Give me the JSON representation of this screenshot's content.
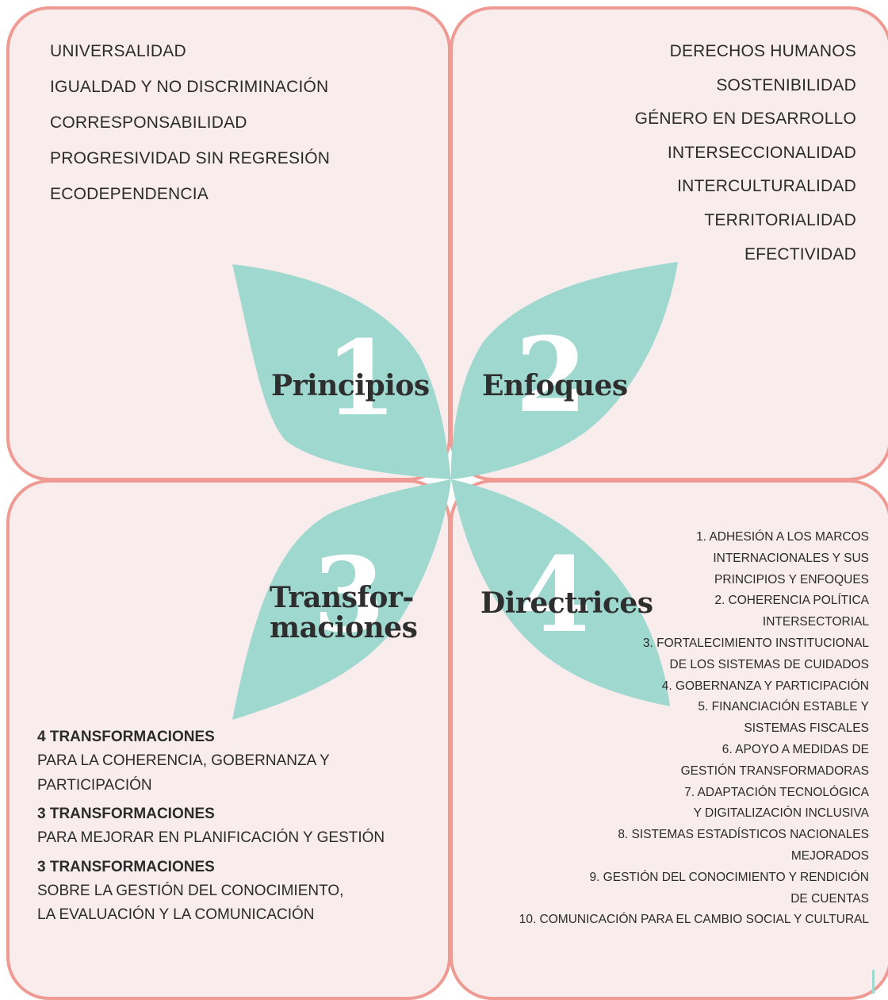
{
  "colors": {
    "card_fill": "#f8ecec",
    "card_border": "#ef9a93",
    "petal": "#9fd8cf",
    "text": "#2b2b2b"
  },
  "petals": {
    "principios": {
      "number": "1",
      "label": "Principios"
    },
    "enfoques": {
      "number": "2",
      "label": "Enfoques"
    },
    "transformaciones": {
      "number": "3",
      "label_line1": "Transfor-",
      "label_line2": "maciones"
    },
    "directrices": {
      "number": "4",
      "label": "Directrices"
    }
  },
  "principios": [
    "UNIVERSALIDAD",
    "IGUALDAD Y NO DISCRIMINACIÓN",
    "CORRESPONSABILIDAD",
    "PROGRESIVIDAD SIN REGRESIÓN",
    "ECODEPENDENCIA"
  ],
  "enfoques": [
    "DERECHOS HUMANOS",
    "SOSTENIBILIDAD",
    "GÉNERO EN DESARROLLO",
    "INTERSECCIONALIDAD",
    "INTERCULTURALIDAD",
    "TERRITORIALIDAD",
    "EFECTIVIDAD"
  ],
  "directrices": [
    "1. ADHESIÓN A LOS MARCOS",
    "INTERNACIONALES Y SUS",
    "PRINCIPIOS Y ENFOQUES",
    "2. COHERENCIA POLÍTICA",
    "INTERSECTORIAL",
    "3. FORTALECIMIENTO INSTITUCIONAL",
    "DE LOS SISTEMAS DE CUIDADOS",
    "4. GOBERNANZA Y PARTICIPACIÓN",
    "5. FINANCIACIÓN ESTABLE Y",
    "SISTEMAS FISCALES",
    "6. APOYO A MEDIDAS DE",
    "GESTIÓN TRANSFORMADORAS",
    "7. ADAPTACIÓN TECNOLÓGICA",
    "Y DIGITALIZACIÓN INCLUSIVA",
    "8. SISTEMAS ESTADÍSTICOS NACIONALES",
    "MEJORADOS",
    "9. GESTIÓN DEL CONOCIMIENTO Y RENDICIÓN",
    "DE CUENTAS",
    "10. COMUNICACIÓN PARA EL CAMBIO SOCIAL Y CULTURAL"
  ],
  "transformaciones": [
    {
      "title": "4 TRANSFORMACIONES",
      "lines": [
        "PARA LA COHERENCIA, GOBERNANZA Y",
        "PARTICIPACIÓN"
      ]
    },
    {
      "title": "3 TRANSFORMACIONES",
      "lines": [
        "PARA MEJORAR EN PLANIFICACIÓN Y GESTIÓN"
      ]
    },
    {
      "title": "3 TRANSFORMACIONES",
      "lines": [
        "SOBRE LA GESTIÓN DEL CONOCIMIENTO,",
        "LA EVALUACIÓN Y LA COMUNICACIÓN"
      ]
    }
  ]
}
